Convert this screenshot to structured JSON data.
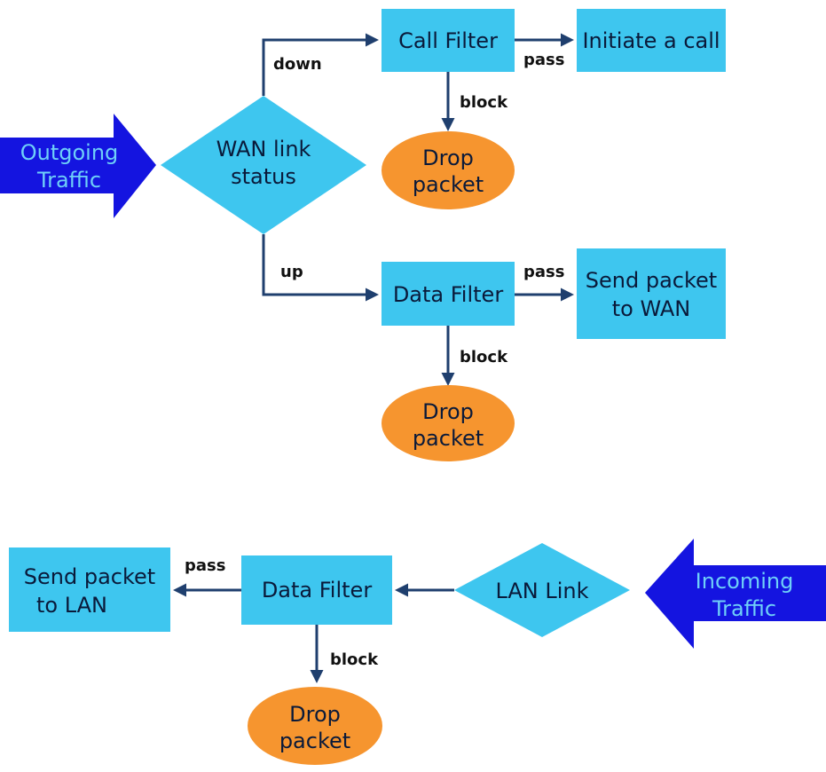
{
  "colors": {
    "box": "#3ec6ef",
    "ellipse": "#f6952f",
    "arrow": "#1414e0",
    "edge": "#1f3f6e",
    "node_text": "#0a1a3a",
    "arrow_text": "#6fd0f8"
  },
  "outgoing": {
    "arrow_label": {
      "line1": "Outgoing",
      "line2": "Traffic"
    },
    "wan_status": {
      "line1": "WAN link",
      "line2": "status"
    },
    "down_label": "down",
    "up_label": "up",
    "call_filter": "Call Filter",
    "call_pass_label": "pass",
    "initiate_call": "Initiate a call",
    "call_block_label": "block",
    "call_drop": {
      "line1": "Drop",
      "line2": "packet"
    },
    "data_filter": "Data Filter",
    "data_pass_label": "pass",
    "send_wan": {
      "line1": "Send packet",
      "line2": "to WAN"
    },
    "data_block_label": "block",
    "data_drop": {
      "line1": "Drop",
      "line2": "packet"
    }
  },
  "incoming": {
    "arrow_label": {
      "line1": "Incoming",
      "line2": "Traffic"
    },
    "lan_link": "LAN Link",
    "data_filter": "Data Filter",
    "pass_label": "pass",
    "send_lan": {
      "line1": "Send packet",
      "line2": "to LAN"
    },
    "block_label": "block",
    "drop": {
      "line1": "Drop",
      "line2": "packet"
    }
  }
}
